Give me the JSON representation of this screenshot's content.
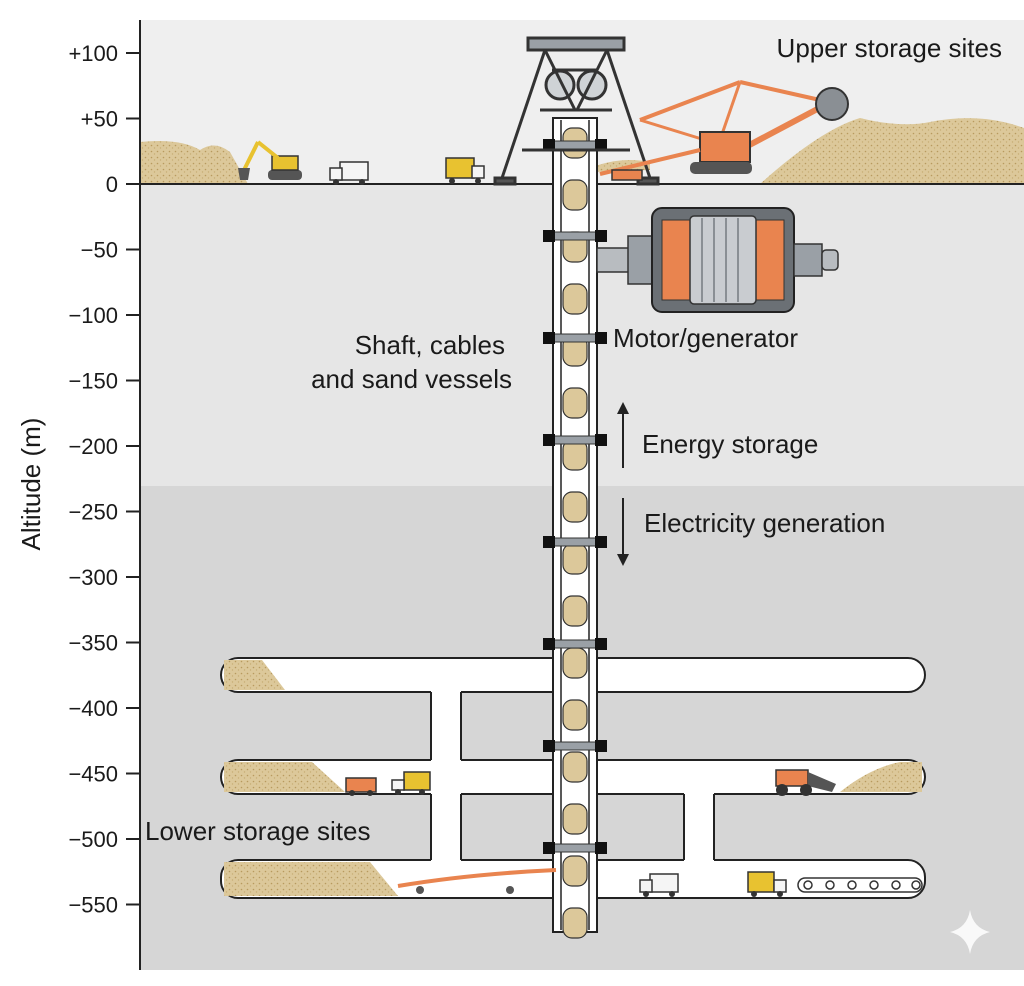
{
  "axis": {
    "label": "Altitude (m)",
    "ticks": [
      {
        "label": "+100",
        "value": 100
      },
      {
        "label": "+50",
        "value": 50
      },
      {
        "label": "0",
        "value": 0
      },
      {
        "label": "−50",
        "value": -50
      },
      {
        "label": "−100",
        "value": -100
      },
      {
        "label": "−150",
        "value": -150
      },
      {
        "label": "−200",
        "value": -200
      },
      {
        "label": "−250",
        "value": -250
      },
      {
        "label": "−300",
        "value": -300
      },
      {
        "label": "−350",
        "value": -350
      },
      {
        "label": "−400",
        "value": -400
      },
      {
        "label": "−450",
        "value": -450
      },
      {
        "label": "−500",
        "value": -500
      },
      {
        "label": "−550",
        "value": -550
      }
    ]
  },
  "labels": {
    "upper_storage": "Upper storage sites",
    "shaft_line1": "Shaft, cables",
    "shaft_line2": "and sand vessels",
    "motor_generator": "Motor/generator",
    "energy_storage": "Energy storage",
    "electricity_generation": "Electricity generation",
    "lower_storage": "Lower storage sites"
  },
  "colors": {
    "sky": "#efefef",
    "upper_rock": "#e6e6e6",
    "lower_rock": "#d6d6d6",
    "sand": "#dcc89a",
    "tunnel": "#ffffff",
    "machine_orange": "#e9844f",
    "excavator_yellow": "#e8c230",
    "outline": "#222222"
  },
  "icons": [
    "headframe-icon",
    "bucket-wheel-excavator-icon",
    "excavator-icon",
    "truck-icon",
    "motor-generator-icon",
    "wheel-loader-icon",
    "conveyor-icon",
    "sparkle-icon"
  ]
}
